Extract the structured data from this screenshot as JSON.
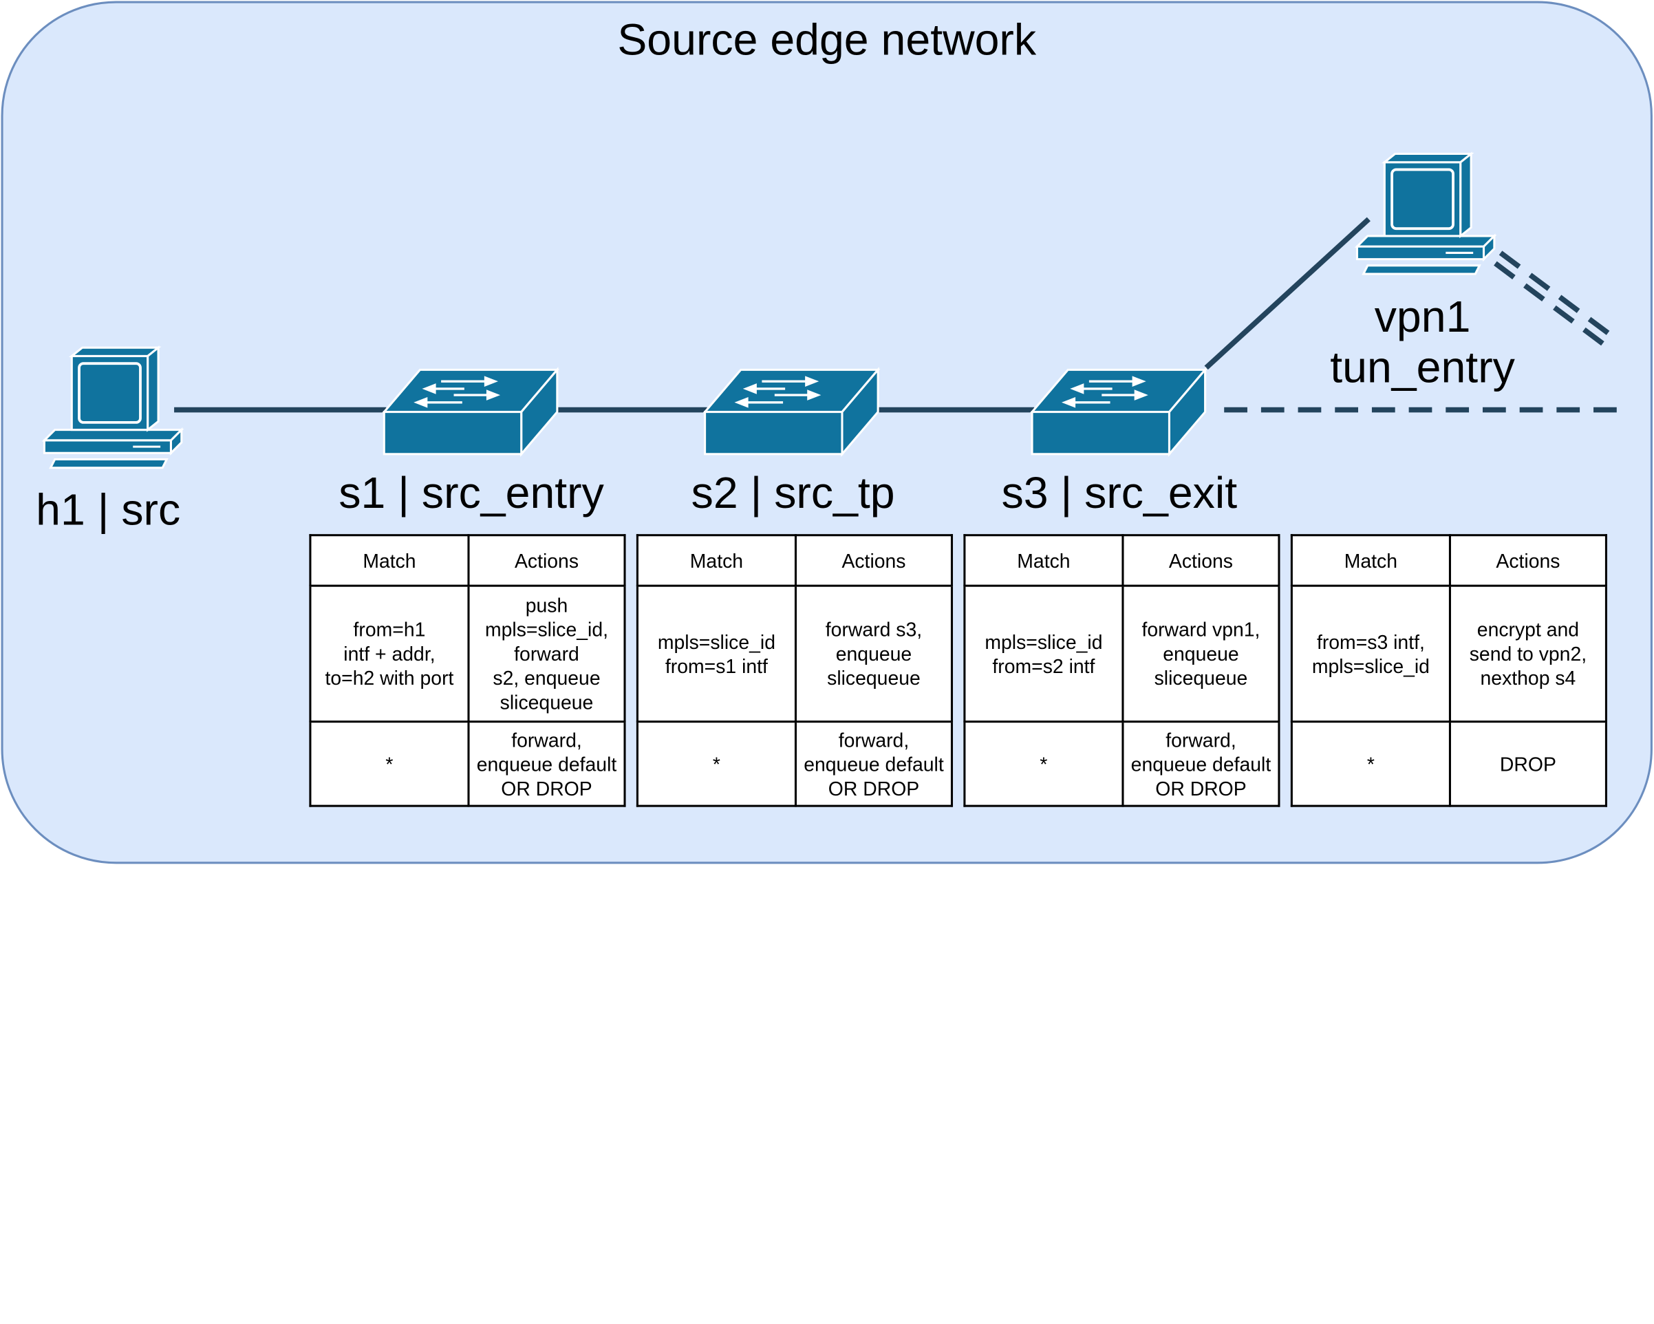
{
  "title": "Source edge network",
  "colors": {
    "background_fill": "#dae8fc",
    "background_stroke": "#6c8ebf",
    "device_fill": "#10739e",
    "link": "#23445d"
  },
  "nodes": {
    "h1": {
      "label": "h1 | src",
      "icon": "computer-icon"
    },
    "s1": {
      "label": "s1 | src_entry",
      "icon": "switch-icon"
    },
    "s2": {
      "label": "s2 | src_tp",
      "icon": "switch-icon"
    },
    "s3": {
      "label": "s3 | src_exit",
      "icon": "switch-icon"
    },
    "vpn1": {
      "label_line1": "vpn1",
      "label_line2": "tun_entry",
      "icon": "computer-icon"
    }
  },
  "tables": [
    {
      "switch": "s1",
      "header": {
        "match": "Match",
        "actions": "Actions"
      },
      "rows": [
        {
          "match": "from=h1\nintf + addr,\nto=h2 with port",
          "actions": "push\nmpls=slice_id,\nforward\ns2, enqueue\nslicequeue"
        },
        {
          "match": "*",
          "actions": "forward,\nenqueue default\nOR DROP"
        }
      ]
    },
    {
      "switch": "s2",
      "header": {
        "match": "Match",
        "actions": "Actions"
      },
      "rows": [
        {
          "match": "mpls=slice_id\nfrom=s1 intf",
          "actions": "forward s3,\nenqueue\nslicequeue"
        },
        {
          "match": "*",
          "actions": "forward,\nenqueue default\nOR DROP"
        }
      ]
    },
    {
      "switch": "s3",
      "header": {
        "match": "Match",
        "actions": "Actions"
      },
      "rows": [
        {
          "match": "mpls=slice_id\nfrom=s2 intf",
          "actions": "forward vpn1,\nenqueue\nslicequeue"
        },
        {
          "match": "*",
          "actions": "forward,\nenqueue default\nOR DROP"
        }
      ]
    },
    {
      "switch": "vpn1",
      "header": {
        "match": "Match",
        "actions": "Actions"
      },
      "rows": [
        {
          "match": "from=s3 intf,\nmpls=slice_id",
          "actions": "encrypt and\nsend to vpn2,\nnexthop s4"
        },
        {
          "match": "*",
          "actions": "DROP"
        }
      ]
    }
  ]
}
